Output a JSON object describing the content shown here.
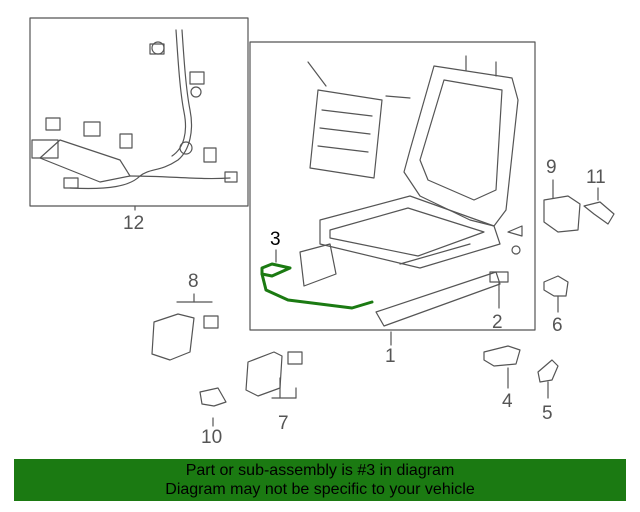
{
  "callouts": {
    "c1": "1",
    "c2": "2",
    "c3": "3",
    "c4": "4",
    "c5": "5",
    "c6": "6",
    "c7": "7",
    "c8": "8",
    "c9": "9",
    "c10": "10",
    "c11": "11",
    "c12": "12"
  },
  "highlighted_part": "3",
  "colors": {
    "highlight": "#1b7a12",
    "banner_bg": "#1b7a12",
    "line_art": "#555555",
    "banner_text": "#000000"
  },
  "banner": {
    "line1": "Part or sub-assembly is #3 in diagram",
    "line2": "Diagram may not be specific to your vehicle"
  }
}
